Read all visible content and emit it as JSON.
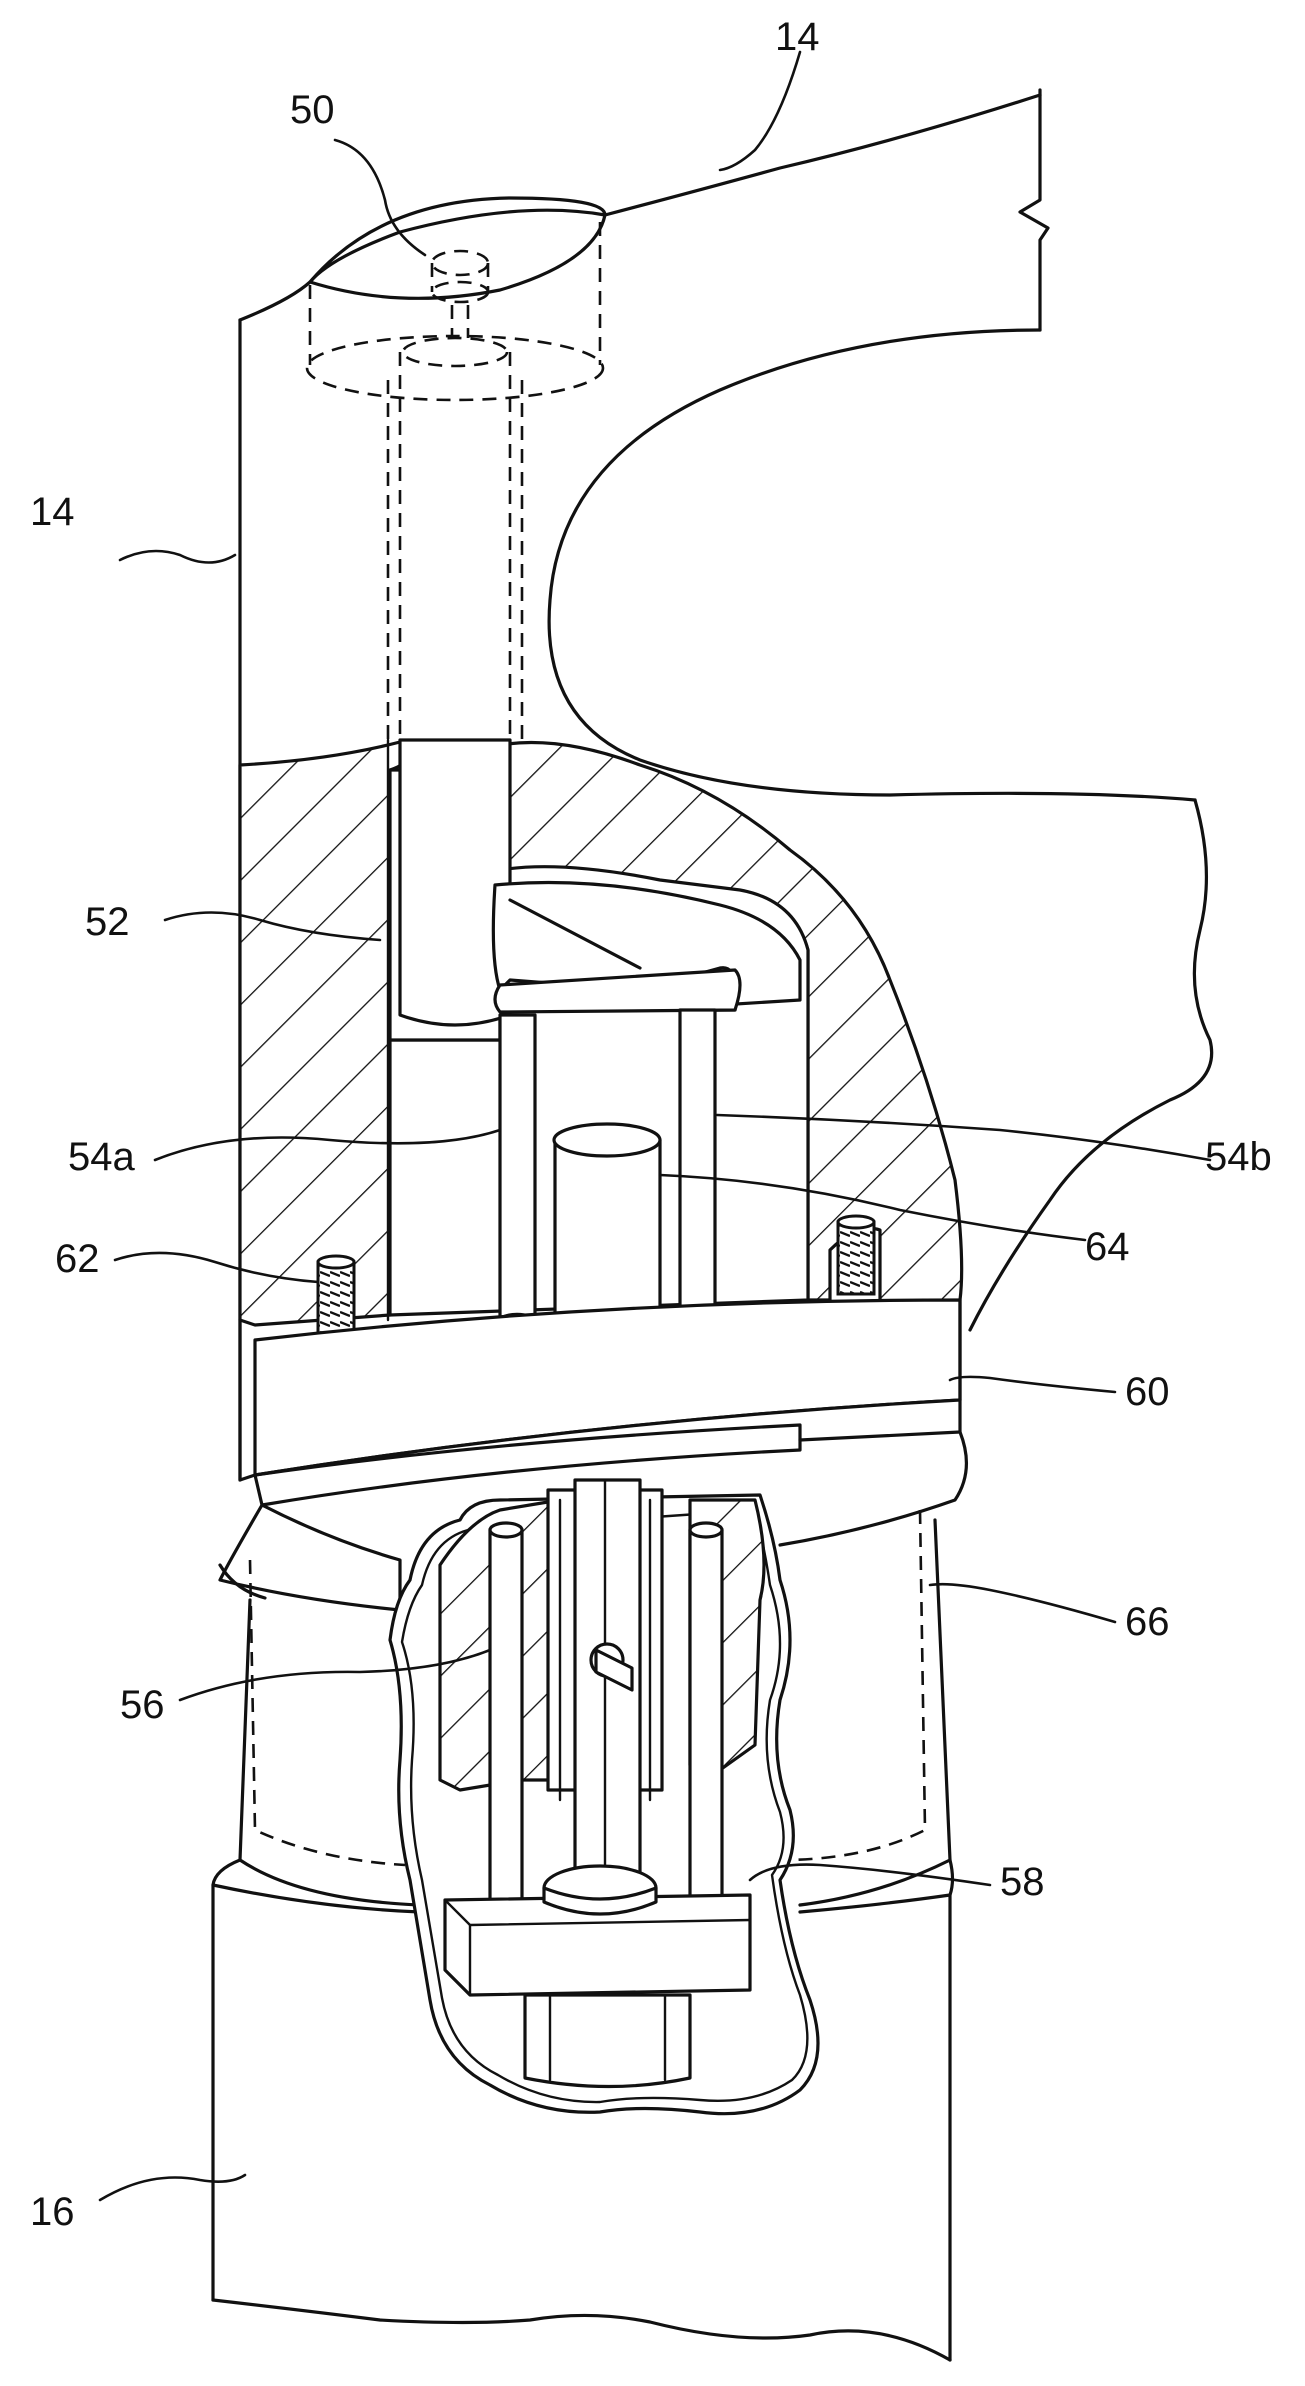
{
  "figure": {
    "labels": {
      "l14_top": "14",
      "l50": "50",
      "l14_left": "14",
      "l52": "52",
      "l54a": "54a",
      "l54b": "54b",
      "l64": "64",
      "l62": "62",
      "l60": "60",
      "l66": "66",
      "l56": "56",
      "l58": "58",
      "l16": "16"
    }
  }
}
